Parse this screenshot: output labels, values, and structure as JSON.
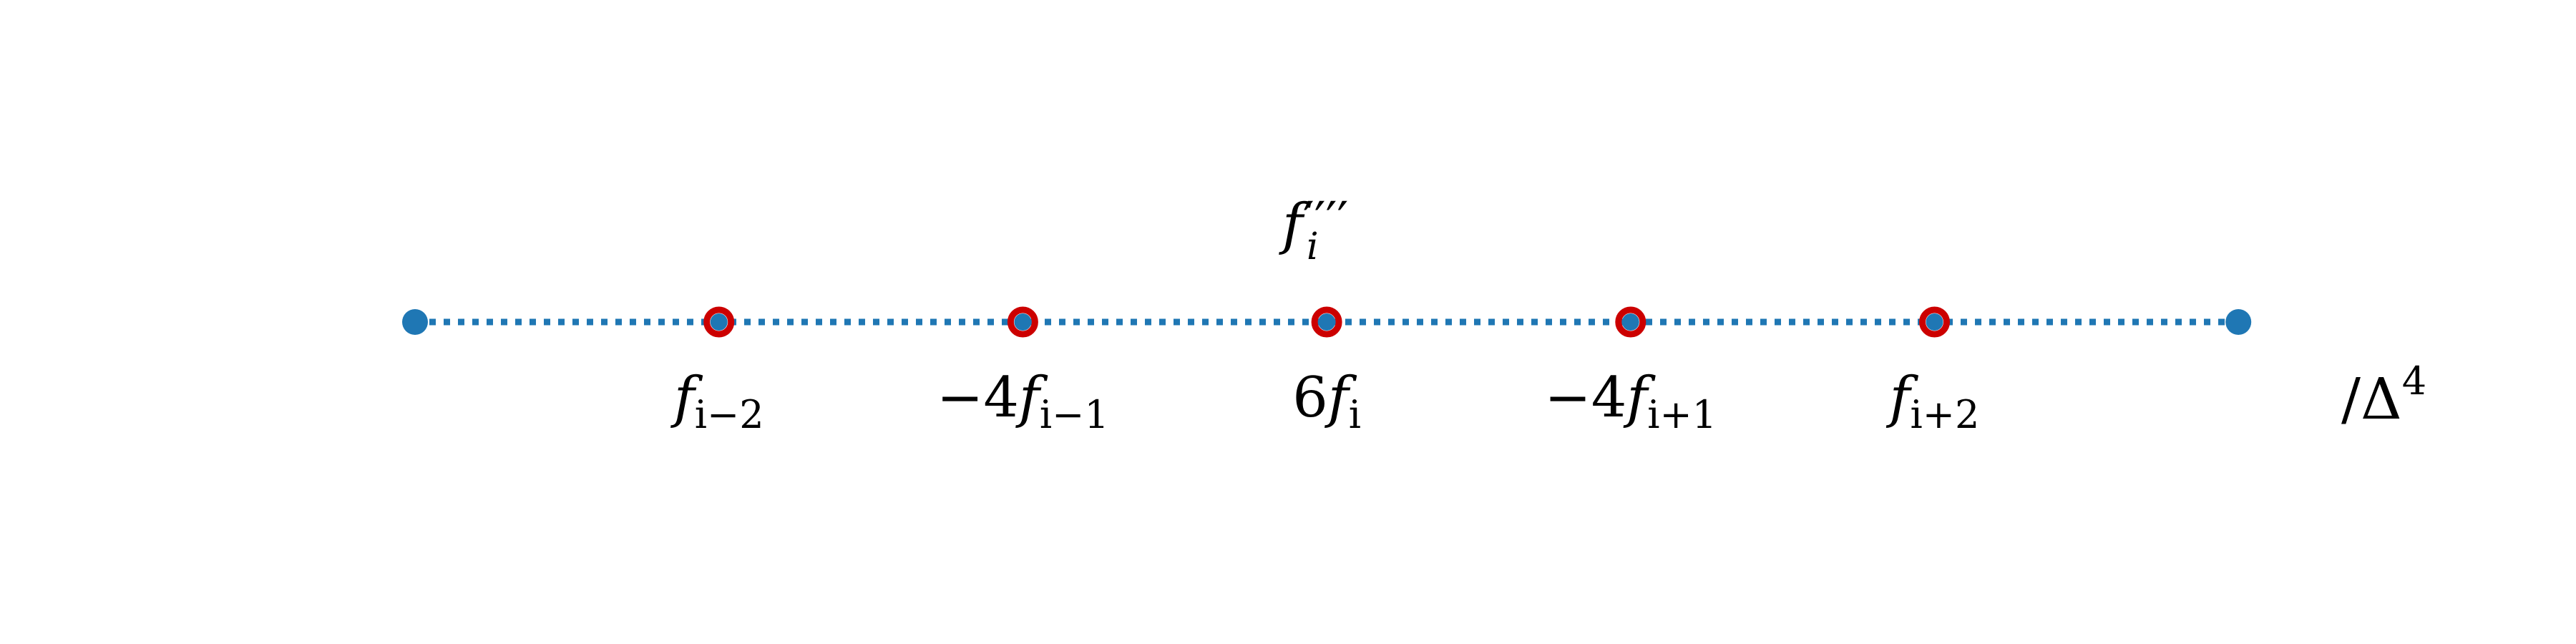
{
  "diagram": {
    "title": {
      "base": "f",
      "sub": "i",
      "primes": "′′′′"
    },
    "grid_points": [
      {
        "index": 0,
        "highlighted": false
      },
      {
        "index": 1,
        "highlighted": true,
        "coef": "",
        "base": "f",
        "sub": "i−2"
      },
      {
        "index": 2,
        "highlighted": true,
        "coef": "−4",
        "base": "f",
        "sub": "i−1"
      },
      {
        "index": 3,
        "highlighted": true,
        "coef": "6",
        "base": "f",
        "sub": "i"
      },
      {
        "index": 4,
        "highlighted": true,
        "coef": "−4",
        "base": "f",
        "sub": "i+1"
      },
      {
        "index": 5,
        "highlighted": true,
        "coef": "",
        "base": "f",
        "sub": "i+2"
      },
      {
        "index": 6,
        "highlighted": false
      }
    ],
    "divisor": {
      "slash": "/",
      "symbol": "Δ",
      "power": "4"
    },
    "colors": {
      "point_fill": "#1f77b4",
      "line": "#1f77b4",
      "highlight_ring": "#cc0000",
      "text": "#000000"
    }
  }
}
